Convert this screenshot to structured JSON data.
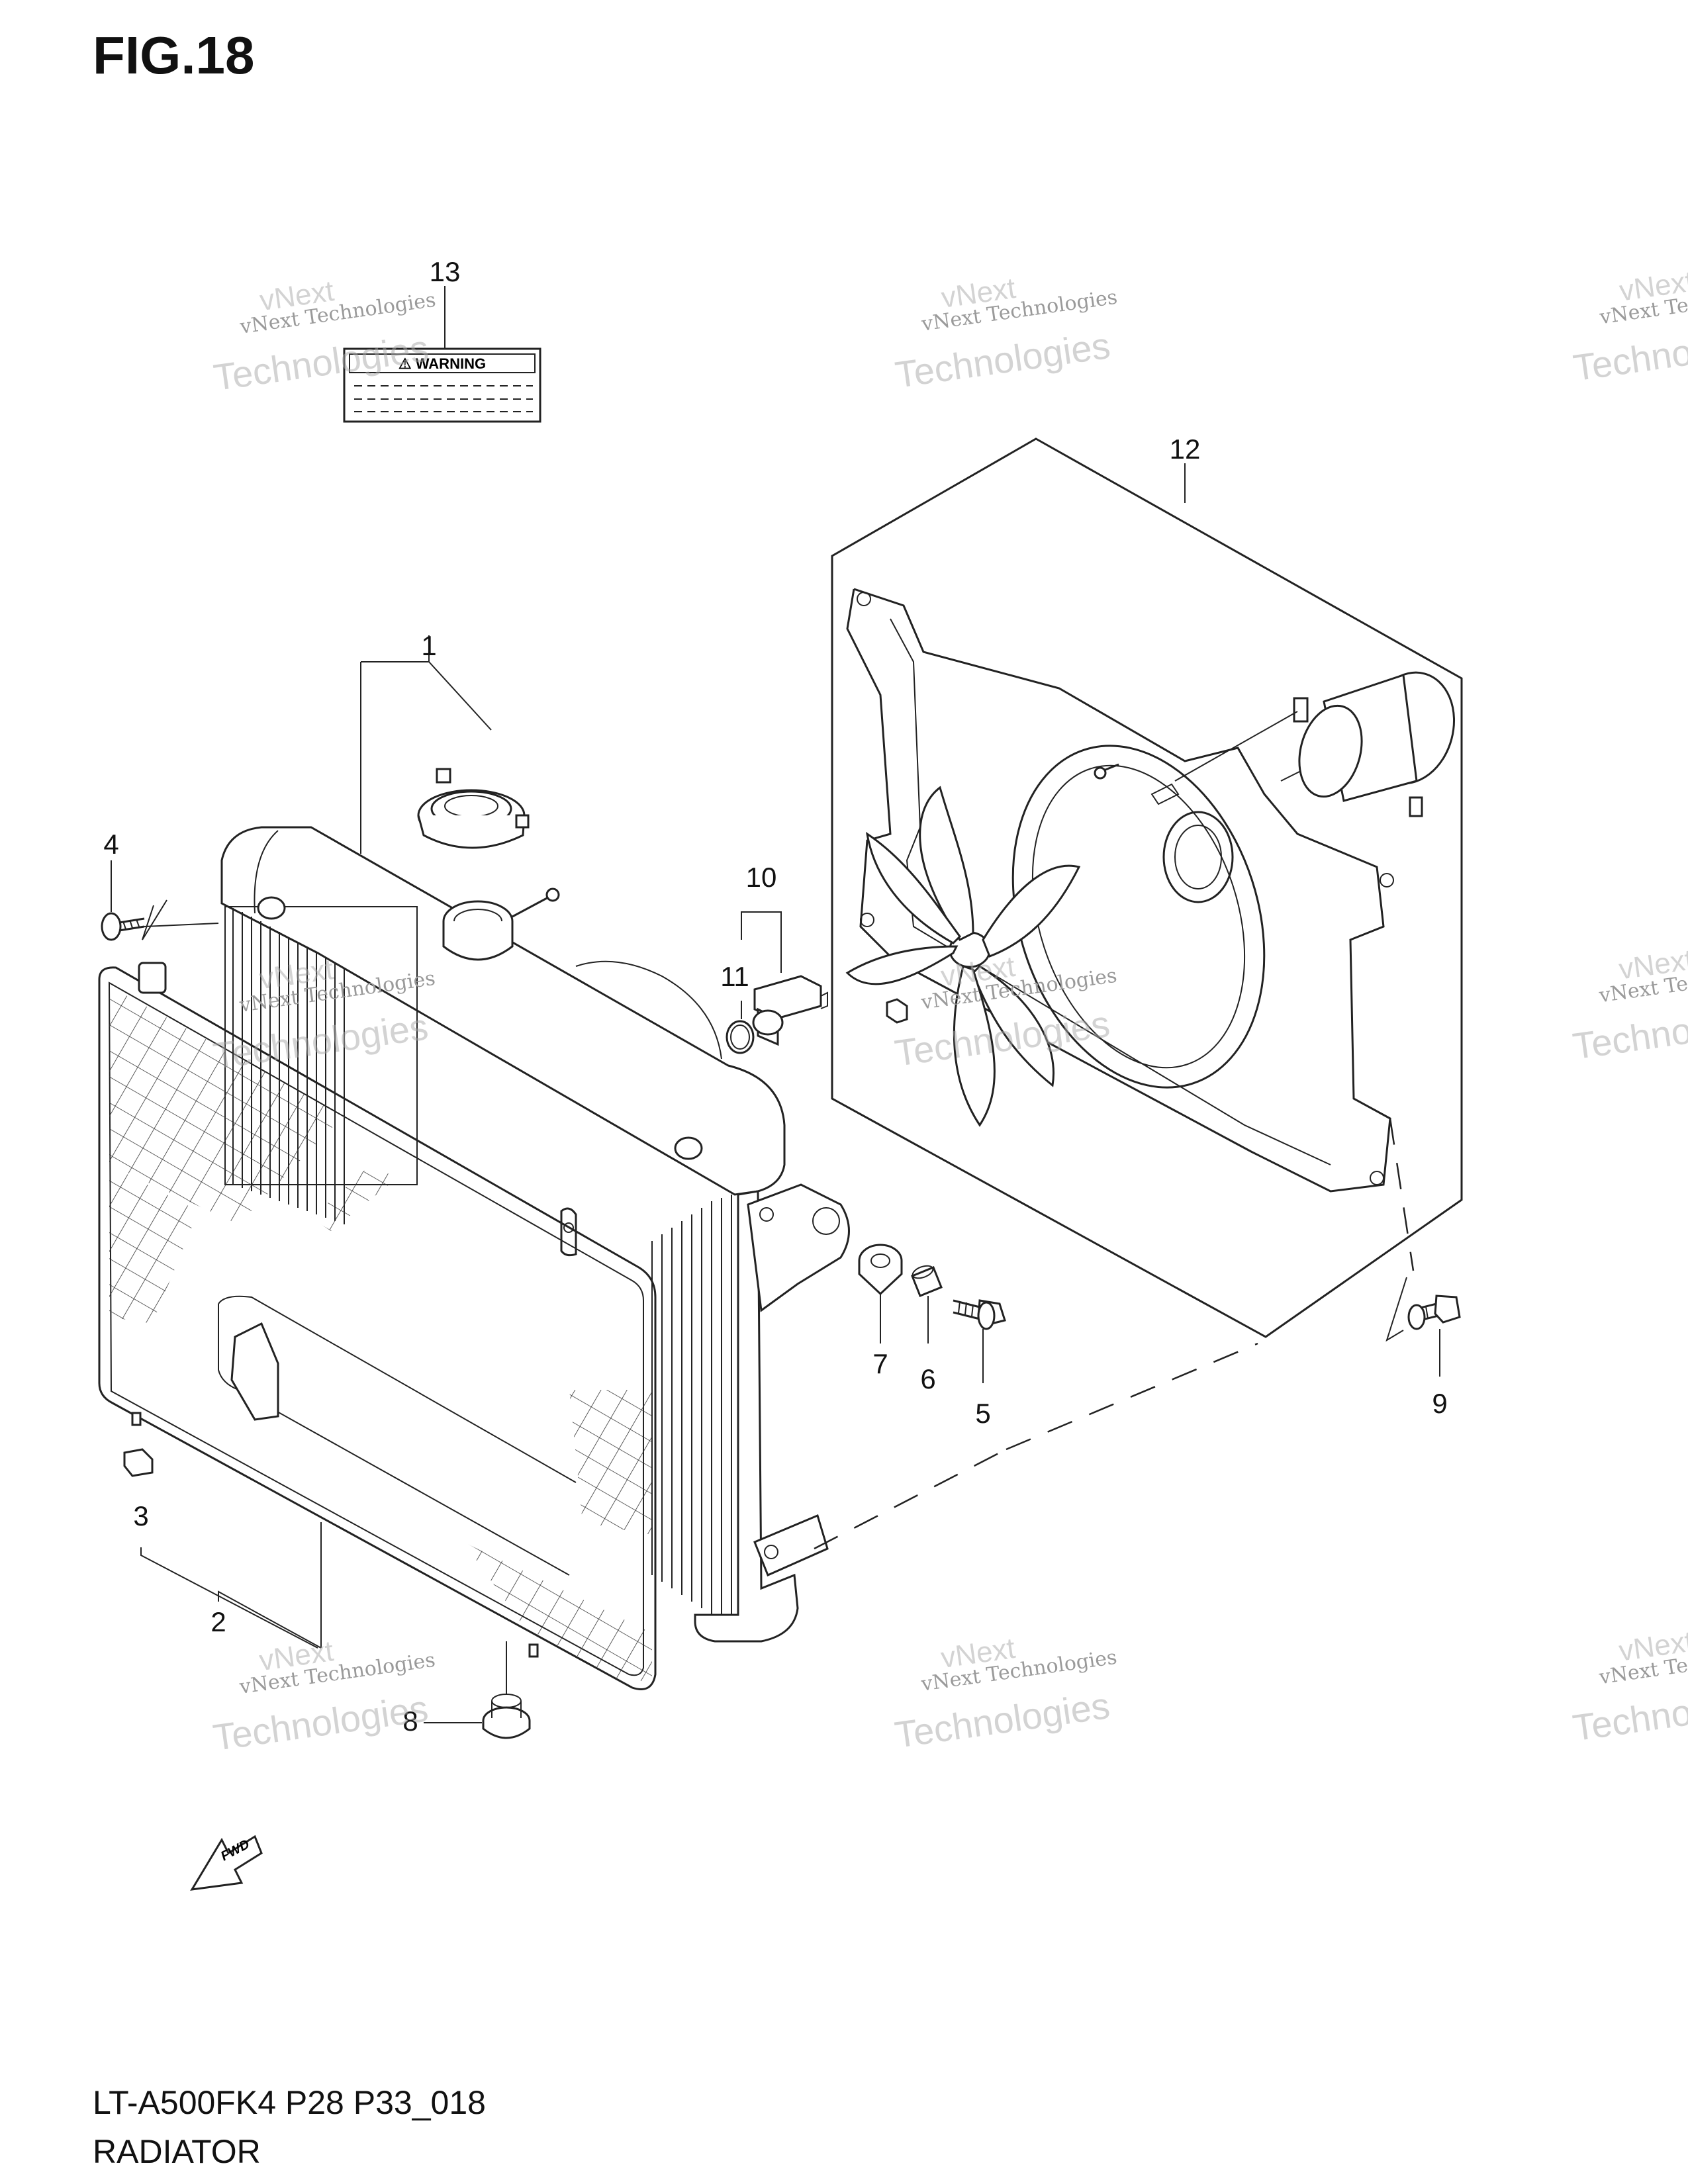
{
  "figure_title": "FIG.18",
  "footer": {
    "model_code": "LT-A500FK4 P28 P33_018",
    "section_name": "RADIATOR"
  },
  "warning_label": {
    "text": "⚠ WARNING"
  },
  "fwd_arrow": {
    "text": "FWD"
  },
  "watermark": {
    "line1": "vNext Technologies",
    "line2": "vNext",
    "line3": "Technologies"
  },
  "callouts": [
    "1",
    "2",
    "3",
    "4",
    "5",
    "6",
    "7",
    "8",
    "9",
    "10",
    "11",
    "12",
    "13"
  ]
}
